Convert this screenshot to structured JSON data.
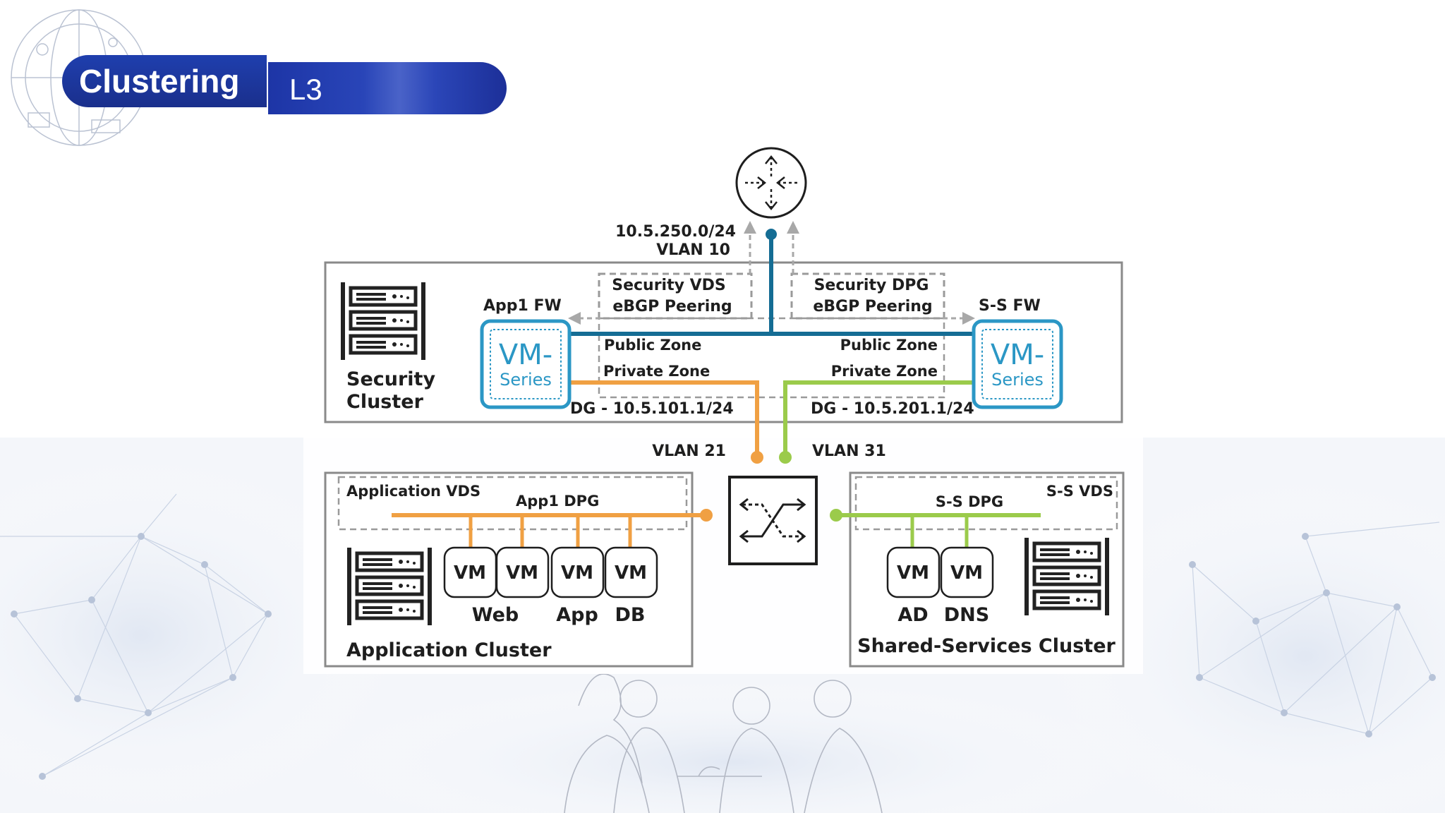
{
  "header": {
    "title": "Clustering",
    "subtitle": "L3"
  },
  "colors": {
    "blue_link": "#156d94",
    "orange_link": "#f0a043",
    "green_link": "#9bcb4b",
    "box_border": "#8a8a8a",
    "dashed": "#9a9a9a",
    "vm_series_blue": "#2b97c5",
    "header_blue": "#1f3fae"
  },
  "icons": [
    "globe-watermark",
    "router-icon",
    "server-rack-icon",
    "switch-icon",
    "vm-series-icon",
    "people-sketch"
  ],
  "diagram": {
    "router": {
      "subnet": "10.5.250.0/24",
      "vlan": "VLAN 10"
    },
    "security_cluster": {
      "name_line1": "Security",
      "name_line2": "Cluster",
      "left_fw_label": "App1 FW",
      "right_fw_label": "S-S FW",
      "vm_series_line1": "VM-",
      "vm_series_line2": "Series",
      "vds_box_line1": "Security VDS",
      "vds_box_line2": "eBGP Peering",
      "dpg_box_line1": "Security DPG",
      "dpg_box_line2": "eBGP Peering",
      "public_zone": "Public Zone",
      "private_zone": "Private Zone",
      "left_dg": "DG - 10.5.101.1/24",
      "right_dg": "DG - 10.5.201.1/24"
    },
    "vlan_left": "VLAN 21",
    "vlan_right": "VLAN 31",
    "application_cluster": {
      "name": "Application Cluster",
      "vds": "Application VDS",
      "dpg": "App1 DPG",
      "vms": [
        "VM",
        "VM",
        "VM",
        "VM"
      ],
      "vm_roles": [
        "Web",
        "App",
        "DB"
      ]
    },
    "shared_services_cluster": {
      "name": "Shared-Services Cluster",
      "vds": "S-S VDS",
      "dpg": "S-S DPG",
      "vms": [
        "VM",
        "VM"
      ],
      "vm_roles": [
        "AD",
        "DNS"
      ]
    }
  }
}
